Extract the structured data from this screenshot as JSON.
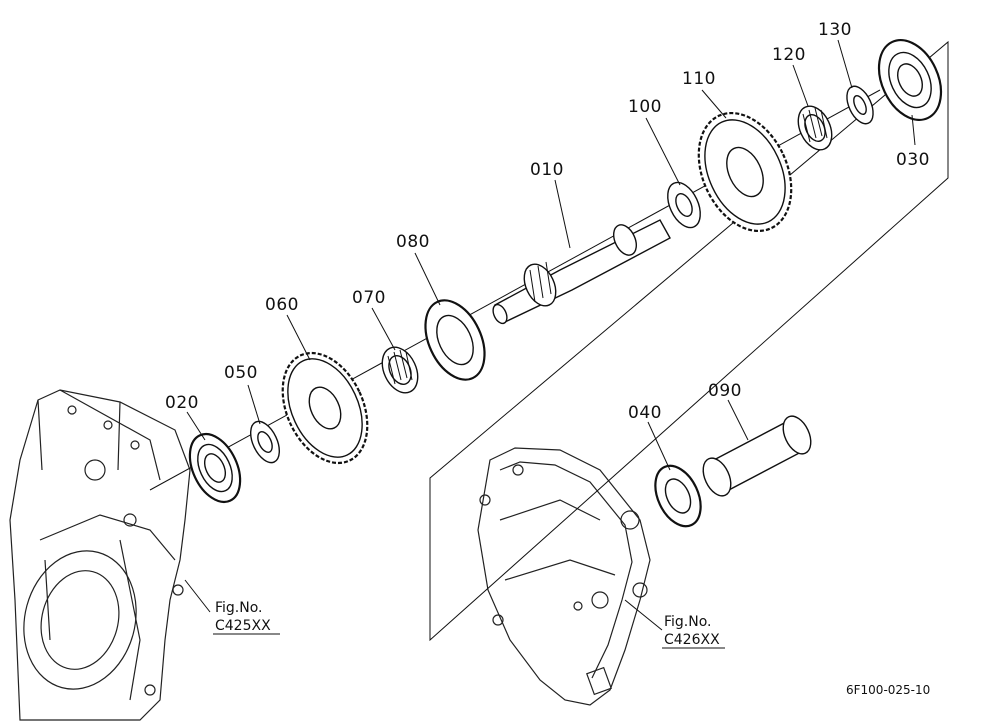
{
  "diagram": {
    "drawing_code": "6F100-025-10",
    "part_labels": {
      "p010": "010",
      "p020": "020",
      "p030": "030",
      "p040": "040",
      "p050": "050",
      "p060": "060",
      "p070": "070",
      "p080": "080",
      "p090": "090",
      "p100": "100",
      "p110": "110",
      "p120": "120",
      "p130": "130"
    },
    "figure_refs": {
      "left": {
        "line1": "Fig.No.",
        "line2": "C425XX"
      },
      "right": {
        "line1": "Fig.No.",
        "line2": "C426XX"
      }
    }
  }
}
